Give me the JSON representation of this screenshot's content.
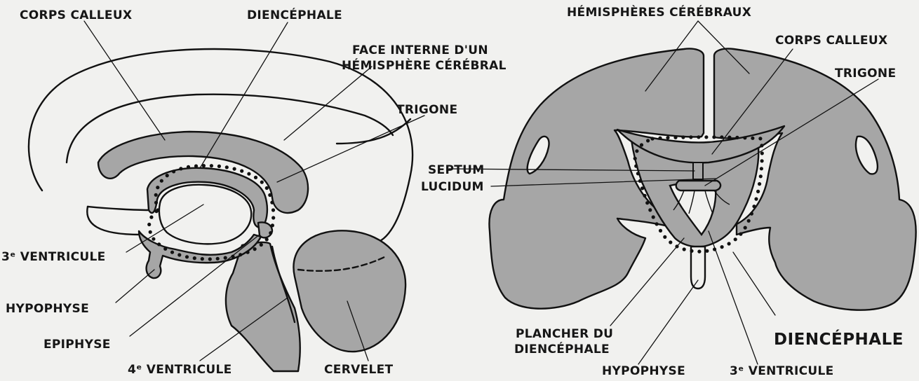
{
  "left_figure": {
    "labels": {
      "corps_calleux": "CORPS CALLEUX",
      "diencephale": "DIENCÉPHALE",
      "face_interne_1": "FACE INTERNE D'UN",
      "face_interne_2": "HÉMISPHÈRE CÉRÉBRAL",
      "trigone": "TRIGONE",
      "troisieme_ventricule": "3ᵉ VENTRICULE",
      "hypophyse": "HYPOPHYSE",
      "epiphyse": "EPIPHYSE",
      "quatrieme_ventricule": "4ᵉ VENTRICULE",
      "cervelet": "CERVELET"
    }
  },
  "right_figure": {
    "labels": {
      "hemispheres_cerebraux": "HÉMISPHÈRES CÉRÉBRAUX",
      "corps_calleux": "CORPS CALLEUX",
      "trigone": "TRIGONE",
      "septum_1": "SEPTUM",
      "septum_2": "LUCIDUM",
      "plancher_1": "PLANCHER DU",
      "plancher_2": "DIENCÉPHALE",
      "hypophyse": "HYPOPHYSE",
      "troisieme_ventricule": "3ᵉ VENTRICULE",
      "diencephale_title": "DIENCÉPHALE"
    }
  }
}
